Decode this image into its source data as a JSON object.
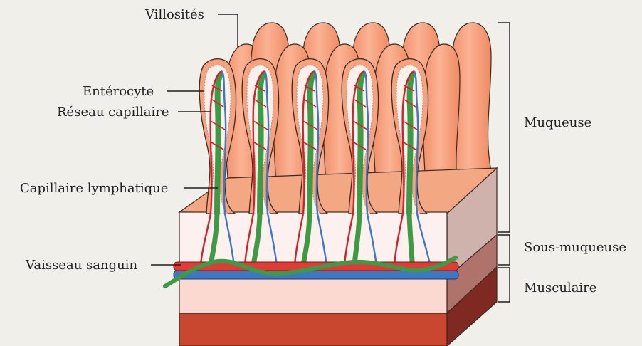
{
  "labels": {
    "villosites": "Villosités",
    "enterocyte": "Entérocyte",
    "reseau_capillaire": "Réseau capillaire",
    "capillaire_lymphatique": "Capillaire lymphatique",
    "vaisseau_sanguin": "Vaisseau sanguin",
    "muqueuse": "Muqueuse",
    "sous_muqueuse": "Sous-muqueuse",
    "musculaire": "Musculaire"
  },
  "colors": {
    "background": "#f0efe9",
    "villus": "#f6a27e",
    "villus_light": "#fbd0b8",
    "lymph": "#3f9a45",
    "artery": "#c9262f",
    "vein": "#3d78c4",
    "submucosa": "#fbdcd4",
    "muscle": "#c5452f"
  }
}
